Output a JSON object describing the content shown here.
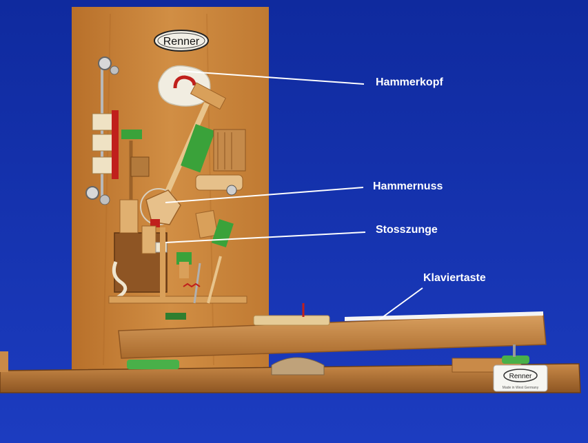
{
  "labels": {
    "hammerkopf": "Hammerkopf",
    "hammernuss": "Hammernuss",
    "stosszunge": "Stosszunge",
    "klaviertaste": "Klaviertaste"
  },
  "logos": {
    "board_logo": "Renner",
    "base_logo": "Renner",
    "base_logo_subtext": "Made in West Germany"
  },
  "colors": {
    "background": "#1530a8",
    "wood": "#c98a3c",
    "label_text": "#ffffff",
    "leader_line": "#ffffff",
    "felt_green": "#3aa23a",
    "felt_red": "#c0201c"
  }
}
